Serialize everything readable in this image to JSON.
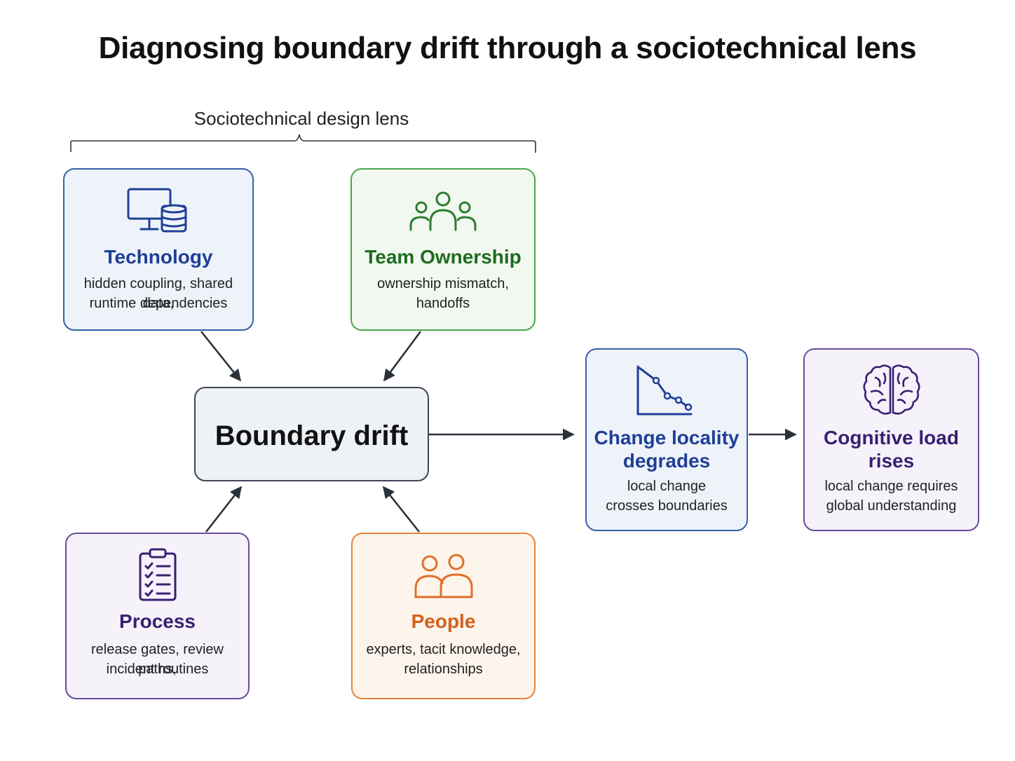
{
  "title": "Diagnosing boundary drift through a sociotechnical lens",
  "lens_label": "Sociotechnical design lens",
  "center": {
    "label": "Boundary drift"
  },
  "nodes": {
    "technology": {
      "title": "Technology",
      "desc_line1": "hidden coupling, shared data,",
      "desc_line2": "runtime dependencies",
      "icon": "computer-database-icon",
      "color": "#1f3f96"
    },
    "team": {
      "title": "Team Ownership",
      "desc_line1": "ownership mismatch,",
      "desc_line2": "handoffs",
      "icon": "team-icon",
      "color": "#1f6b1f"
    },
    "process": {
      "title": "Process",
      "desc_line1": "release gates, review paths,",
      "desc_line2": "incident routines",
      "icon": "checklist-icon",
      "color": "#3a1f70"
    },
    "people": {
      "title": "People",
      "desc_line1": "experts, tacit knowledge,",
      "desc_line2": "relationships",
      "icon": "people-icon",
      "color": "#d4601b"
    },
    "locality": {
      "title_line1": "Change locality",
      "title_line2": "degrades",
      "desc_line1": "local change",
      "desc_line2": "crosses boundaries",
      "icon": "declining-chart-icon",
      "color": "#1f3f96"
    },
    "cognitive": {
      "title_line1": "Cognitive load",
      "title_line2": "rises",
      "desc_line1": "local change requires",
      "desc_line2": "global understanding",
      "icon": "brain-icon",
      "color": "#3a1f70"
    }
  }
}
